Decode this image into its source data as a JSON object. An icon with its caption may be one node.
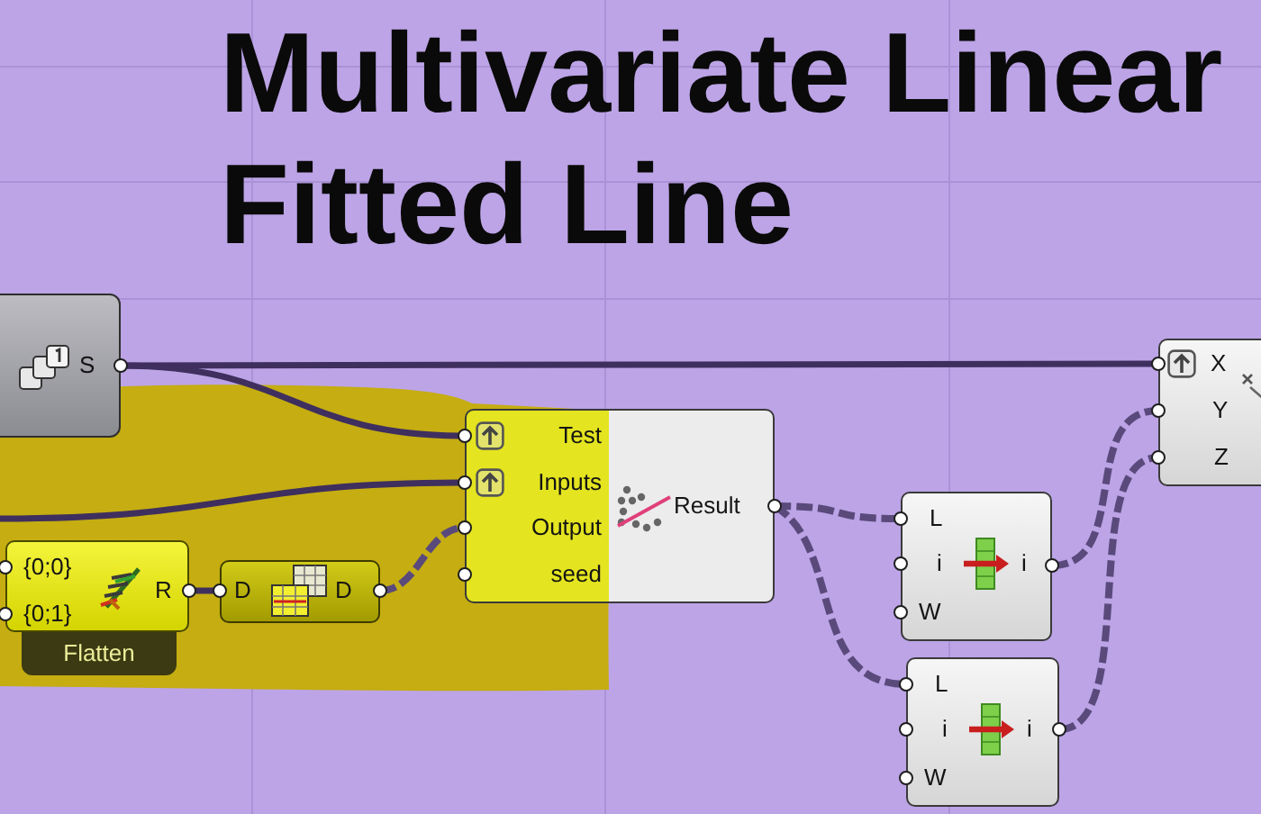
{
  "diagram": {
    "title": "Multivariate Linear Fitted Line",
    "nodes": [
      {
        "text": [
          "S"
        ]
      },
      {
        "text": [
          "{0;0}",
          "{0;1}",
          "R"
        ],
        "beside": [
          "Flatten"
        ]
      },
      {
        "text": [
          "D",
          "D"
        ]
      },
      {
        "text": [
          "Test",
          "Inputs",
          "Output",
          "seed",
          "Result"
        ]
      },
      {
        "text": [
          "L",
          "i",
          "i",
          "W"
        ]
      },
      {
        "text": [
          "L",
          "i",
          "i",
          "W"
        ]
      },
      {
        "text": [
          "X",
          "Y",
          "Z"
        ]
      }
    ],
    "edges": [
      {
        "from": 0,
        "to": 6,
        "arrow": "none"
      },
      {
        "from": 0,
        "to": 3,
        "arrow": "none"
      },
      {
        "from": null,
        "to": 3,
        "arrow": "none"
      },
      {
        "from": 1,
        "to": 2,
        "arrow": "none"
      },
      {
        "from": 2,
        "to": 3,
        "arrow": "none",
        "style": "dashed"
      },
      {
        "from": 3,
        "to": 4,
        "arrow": "none",
        "style": "dashed"
      },
      {
        "from": 3,
        "to": 5,
        "arrow": "none",
        "style": "dashed"
      },
      {
        "from": 4,
        "to": 6,
        "arrow": "none",
        "style": "dashed"
      },
      {
        "from": 5,
        "to": 6,
        "arrow": "none",
        "style": "dashed"
      }
    ]
  }
}
